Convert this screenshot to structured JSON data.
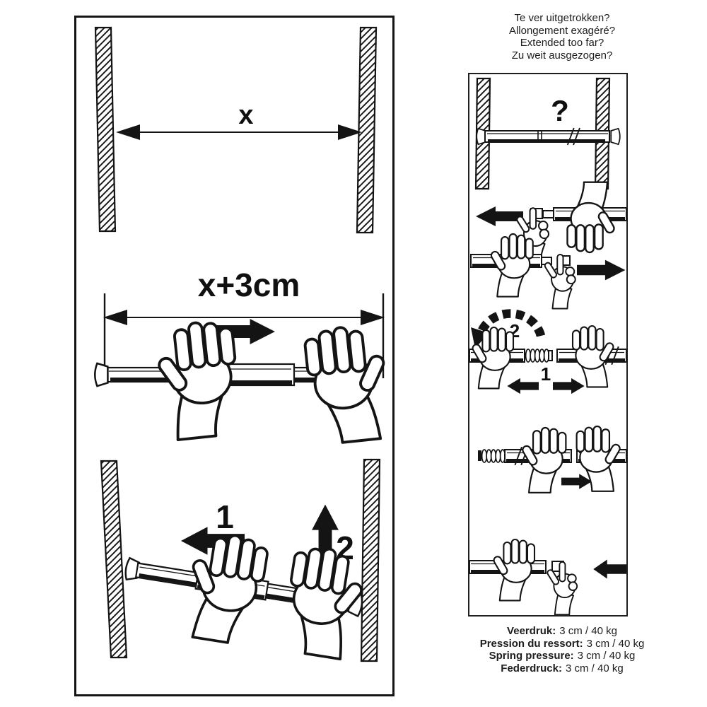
{
  "colors": {
    "ink": "#141414",
    "paper": "#ffffff"
  },
  "header": {
    "lines": [
      "Te ver uitgetrokken?",
      "Allongement exagéré?",
      "Extended too far?",
      "Zu weit ausgezogen?"
    ]
  },
  "left_panel": {
    "distance_label": "x",
    "length_label": "x+3cm",
    "step_1": "1",
    "step_2": "2"
  },
  "right_panel": {
    "overextended_mark": "?",
    "pull_apart_step": "1",
    "rotate_step": "2"
  },
  "footer": {
    "lines": [
      {
        "label": "Veerdruk:",
        "value": "3 cm / 40 kg"
      },
      {
        "label": "Pression du ressort:",
        "value": "3 cm / 40 kg"
      },
      {
        "label": "Spring pressure:",
        "value": "3 cm / 40 kg"
      },
      {
        "label": "Federdruck:",
        "value": "3 cm / 40 kg"
      }
    ]
  }
}
